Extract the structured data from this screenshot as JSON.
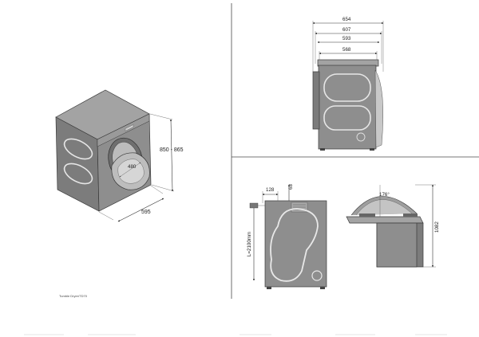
{
  "diagram": {
    "iso_view": {
      "height_dim": "850 - 865",
      "width_dim": "595",
      "door_dim": "480"
    },
    "side_view": {
      "widths": [
        "654",
        "607",
        "593",
        "568"
      ]
    },
    "rear_view": {
      "offset_dim": "128",
      "top_dim": "68",
      "hose_dim": "L=2100mm"
    },
    "door_view": {
      "angle": "176°",
      "height_dim": "1082"
    },
    "caption": "Tumble Dryer/TD70"
  },
  "colors": {
    "appliance": "#8e8e8e",
    "appliance_shade": "#7c7c7c",
    "frame": "#4a4a4a"
  }
}
